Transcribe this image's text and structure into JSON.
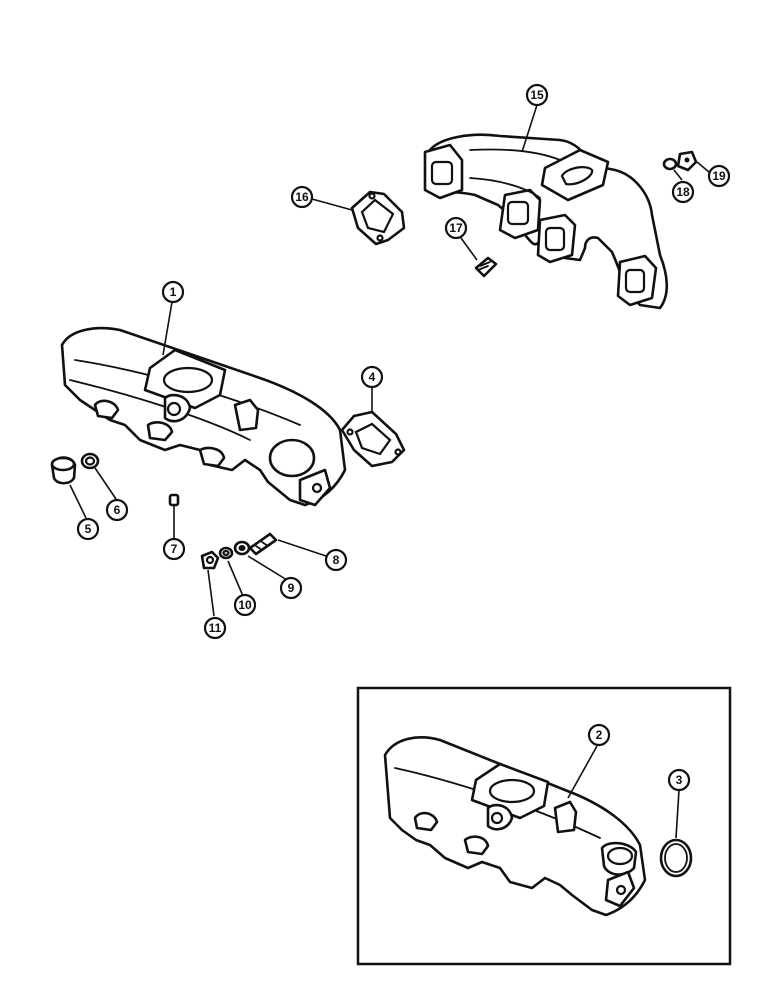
{
  "callouts": {
    "c1": "1",
    "c2": "2",
    "c3": "3",
    "c4": "4",
    "c5": "5",
    "c6": "6",
    "c7": "7",
    "c8": "8",
    "c9": "9",
    "c10": "10",
    "c11": "11",
    "c15": "15",
    "c16": "16",
    "c17": "17",
    "c18": "18",
    "c19": "19"
  },
  "colors": {
    "line": "#111111",
    "background": "#ffffff"
  }
}
